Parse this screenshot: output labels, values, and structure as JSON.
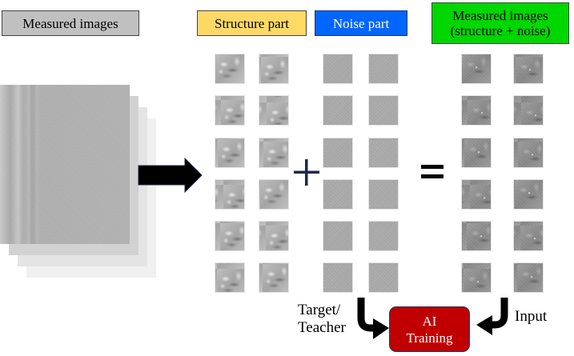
{
  "headers": {
    "measured": "Measured images",
    "structure": "Structure part",
    "noise": "Noise part",
    "combined_line1": "Measured images",
    "combined_line2": "(structure + noise)"
  },
  "colors": {
    "measured_header": "#c0c0c0",
    "structure_header": "#ffd966",
    "noise_header": "#0066ff",
    "combined_header": "#00d600",
    "ai_box": "#c00000",
    "operator": "#1f2a44"
  },
  "stack": {
    "layers": 4
  },
  "grids": {
    "rows": 6,
    "columns_per_group": 2,
    "groups": [
      "structure",
      "noise",
      "combined"
    ]
  },
  "operators": {
    "plus": "+",
    "equals": "="
  },
  "bottom": {
    "target_label_line1": "Target/",
    "target_label_line2": "Teacher",
    "input_label": "Input",
    "ai_line1": "AI",
    "ai_line2": "Training"
  }
}
